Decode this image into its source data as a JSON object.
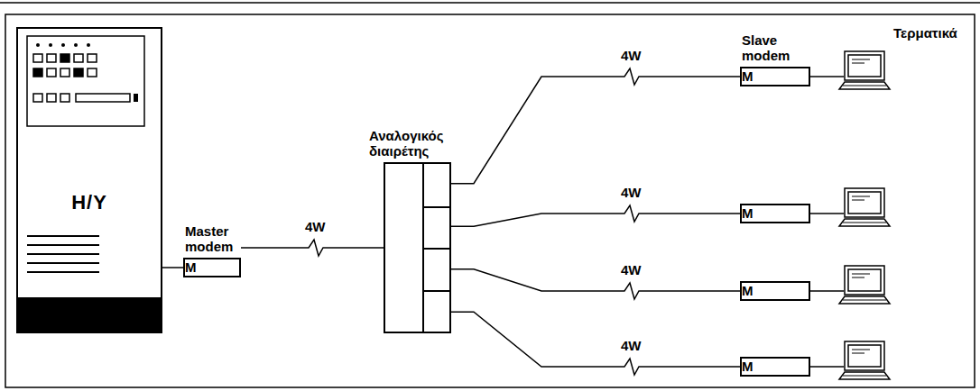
{
  "diagram": {
    "nodes": [
      {
        "text": [
          "H/Y"
        ]
      },
      {
        "text": [
          "Master modem",
          "M"
        ]
      },
      {
        "text": [
          "Αναλογικός διαιρέτης"
        ]
      },
      {
        "text": [
          "Slave modem",
          "M"
        ]
      },
      {
        "text": [
          "M"
        ]
      },
      {
        "text": [
          "M"
        ]
      },
      {
        "text": [
          "M"
        ]
      }
    ],
    "edges": [
      {
        "from": 0,
        "to": 1,
        "arrow": "none"
      },
      {
        "from": 1,
        "to": 2,
        "label": "4W",
        "arrow": "none"
      },
      {
        "from": 2,
        "to": 3,
        "label": "4W",
        "arrow": "none"
      },
      {
        "from": 2,
        "to": 4,
        "label": "4W",
        "arrow": "none"
      },
      {
        "from": 2,
        "to": 5,
        "label": "4W",
        "arrow": "none"
      },
      {
        "from": 2,
        "to": 6,
        "label": "4W",
        "arrow": "none"
      }
    ],
    "labels": [
      "Τερματικά"
    ]
  }
}
